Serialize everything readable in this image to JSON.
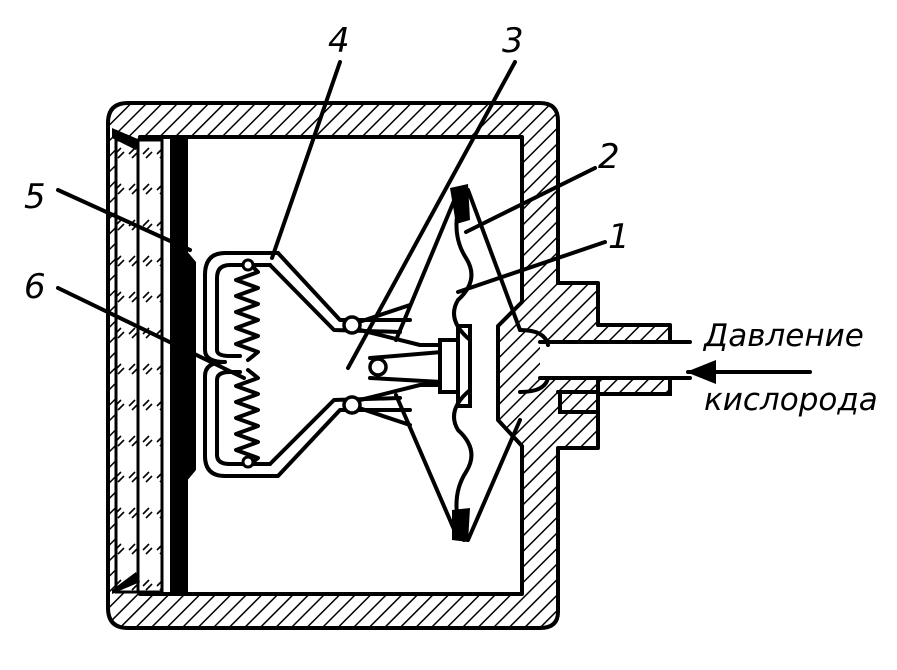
{
  "labels": {
    "l1": "1",
    "l2": "2",
    "l3": "3",
    "l4": "4",
    "l5": "5",
    "l6": "6"
  },
  "caption": {
    "line1": "Давление",
    "line2": "кислорода"
  },
  "colors": {
    "ink": "#000000",
    "paper": "#ffffff"
  }
}
